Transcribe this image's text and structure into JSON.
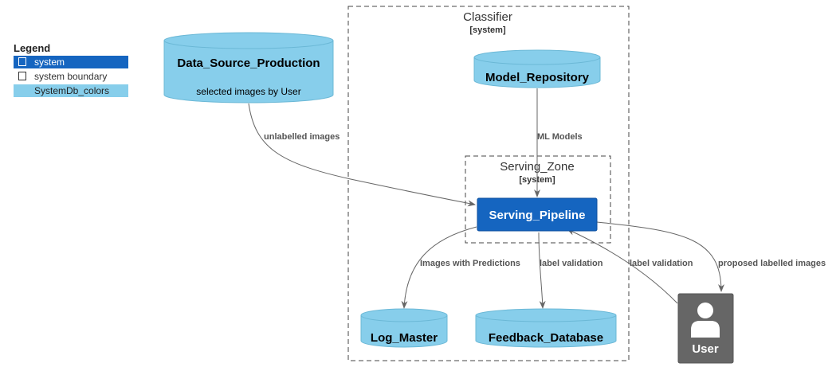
{
  "legend": {
    "title": "Legend",
    "items": [
      {
        "label": "system",
        "color": "#1565C0",
        "text_color": "#FFFFFF"
      },
      {
        "label": "system boundary",
        "color": "#FFFFFF",
        "text_color": "#333333"
      },
      {
        "label": "SystemDb_colors",
        "color": "#87CEEB",
        "text_color": "#222222"
      }
    ]
  },
  "boundaries": {
    "classifier": {
      "name": "Classifier",
      "type": "[system]"
    },
    "serving_zone": {
      "name": "Serving_Zone",
      "type": "[system]"
    }
  },
  "nodes": {
    "data_source_production": {
      "name": "Data_Source_Production",
      "description": "selected images by User"
    },
    "model_repository": {
      "name": "Model_Repository"
    },
    "serving_pipeline": {
      "name": "Serving_Pipeline"
    },
    "log_master": {
      "name": "Log_Master"
    },
    "feedback_database": {
      "name": "Feedback_Database"
    },
    "user": {
      "name": "User"
    }
  },
  "edges": {
    "unlabelled_images": "unlabelled images",
    "ml_models": "ML Models",
    "images_with_predictions": "Images with Predictions",
    "label_validation_out": "label validation",
    "label_validation_in": "label validation",
    "proposed_labelled_images": "proposed labelled images"
  },
  "colors": {
    "system": "#1565C0",
    "database": "#87CEEB",
    "database_stroke": "#6BB8D6",
    "person": "#666666",
    "edge": "#666666",
    "boundary": "#444444"
  }
}
